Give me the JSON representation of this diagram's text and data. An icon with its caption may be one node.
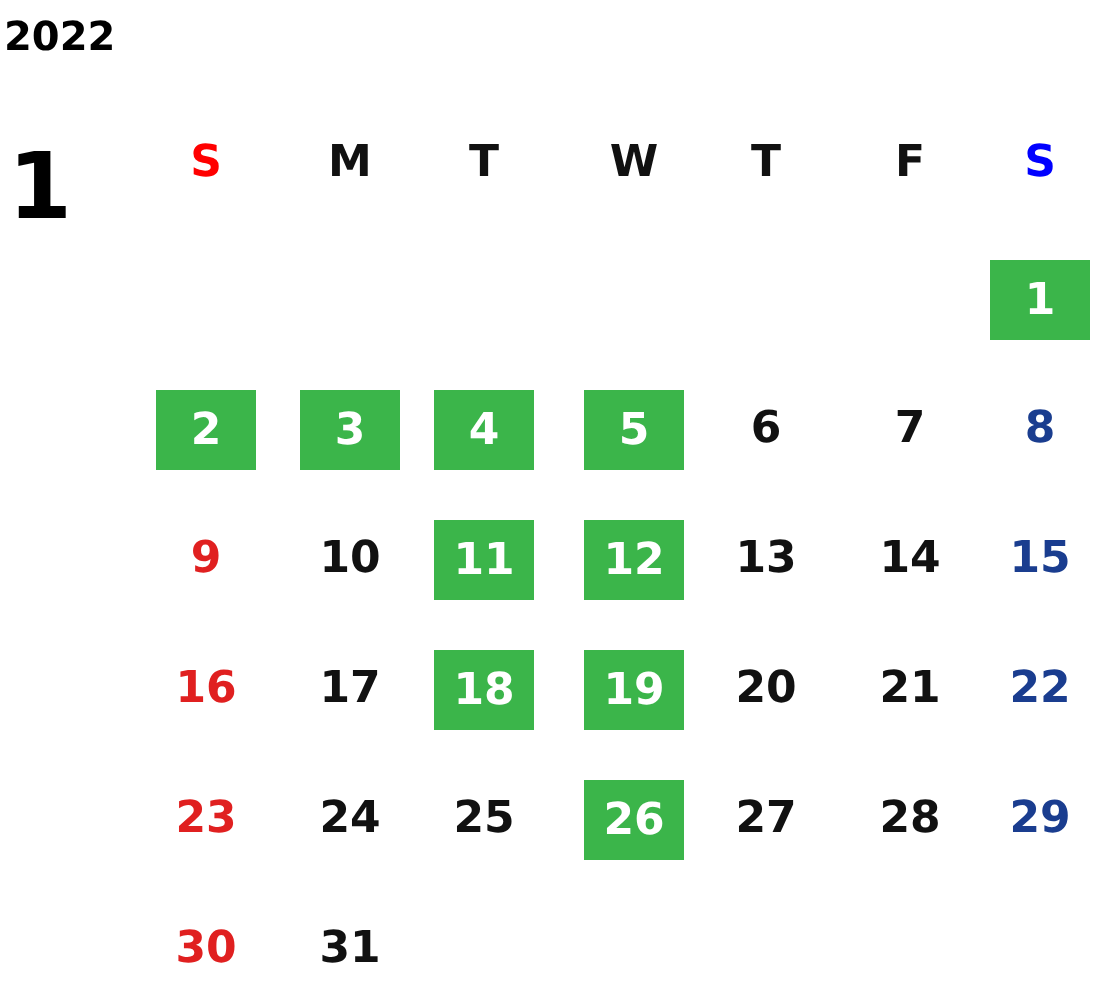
{
  "diagram": {
    "nodes": [
      {
        "text": [
          "1"
        ]
      },
      {
        "text": [
          "2"
        ]
      },
      {
        "text": [
          "3"
        ]
      },
      {
        "text": [
          "4"
        ]
      },
      {
        "text": [
          "5"
        ]
      },
      {
        "text": [
          "11"
        ]
      },
      {
        "text": [
          "12"
        ]
      },
      {
        "text": [
          "18"
        ]
      },
      {
        "text": [
          "19"
        ]
      },
      {
        "text": [
          "26"
        ]
      }
    ],
    "labels": [
      "2022",
      "1",
      "S",
      "M",
      "T",
      "W",
      "T",
      "F",
      "S",
      "6",
      "7",
      "8",
      "9",
      "10",
      "13",
      "14",
      "15",
      "16",
      "17",
      "20",
      "21",
      "22",
      "23",
      "24",
      "25",
      "27",
      "28",
      "29",
      "30",
      "31"
    ]
  }
}
